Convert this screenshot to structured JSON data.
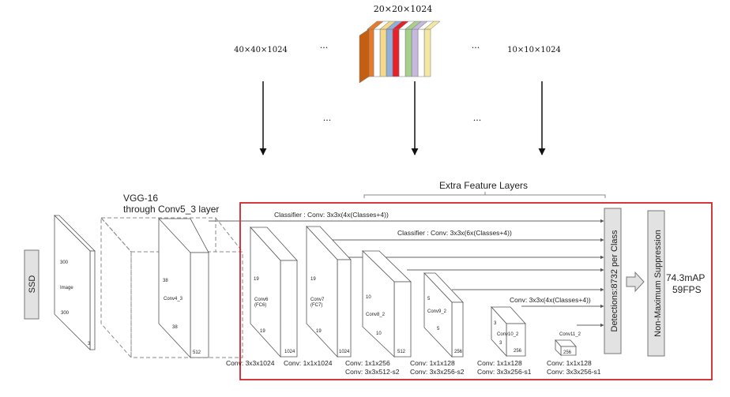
{
  "top": {
    "cube_label": "20×20×1024",
    "left_label": "40×40×1024",
    "right_label": "10×10×1024",
    "ellipsis": "···",
    "slice_colors": [
      "#e87b2a",
      "#ffffff",
      "#f4d98a",
      "#8fb0dd",
      "#e8202a",
      "#ffffff",
      "#a8d08d",
      "#c7b8e0",
      "#ffffff",
      "#f4e7a1"
    ]
  },
  "ssd": {
    "title": "SSD",
    "image_label": "Image",
    "image_h": "300",
    "image_w": "300",
    "image_c": "3",
    "vgg_title_1": "VGG-16",
    "vgg_title_2": "through Conv5_3 layer",
    "conv4_label": "Conv4_3",
    "conv4_h": "38",
    "conv4_w": "38",
    "conv4_c": "512",
    "extra_title": "Extra Feature Layers",
    "classifier_1": "Classifier : Conv: 3x3x(4x(Classes+4))",
    "classifier_2": "Classifier : Conv: 3x3x(6x(Classes+4))",
    "classifier_3": "Conv: 3x3x(4x(Classes+4))",
    "fc6_label_1": "Conv6",
    "fc6_label_2": "(FC6)",
    "fc6_h": "19",
    "fc6_w": "19",
    "fc6_c": "1024",
    "fc7_label_1": "Conv7",
    "fc7_label_2": "(FC7)",
    "fc7_h": "19",
    "fc7_w": "19",
    "fc7_c": "1024",
    "conv8_label": "Conv8_2",
    "conv8_h": "10",
    "conv8_w": "10",
    "conv8_c": "512",
    "conv9_label": "Conv9_2",
    "conv9_h": "5",
    "conv9_w": "5",
    "conv9_c": "256",
    "conv10_label": "Conv10_2",
    "conv10_h": "3",
    "conv10_w": "3",
    "conv10_c": "256",
    "conv11_label": "Conv11_2",
    "conv11_c": "256",
    "bottom_1": "Conv: 3x3x1024",
    "bottom_2": "Conv: 1x1x1024",
    "bottom_3a": "Conv: 1x1x256",
    "bottom_3b": "Conv: 3x3x512-s2",
    "bottom_4a": "Conv: 1x1x128",
    "bottom_4b": "Conv: 3x3x256-s2",
    "bottom_5a": "Conv: 1x1x128",
    "bottom_5b": "Conv: 3x3x256-s1",
    "bottom_6a": "Conv: 1x1x128",
    "bottom_6b": "Conv: 3x3x256-s1",
    "detections": "Detections:8732 per Class",
    "nms": "Non-Maximum Suppression",
    "map": "74.3mAP",
    "fps": "59FPS",
    "highlight_color": "#d0232a"
  }
}
